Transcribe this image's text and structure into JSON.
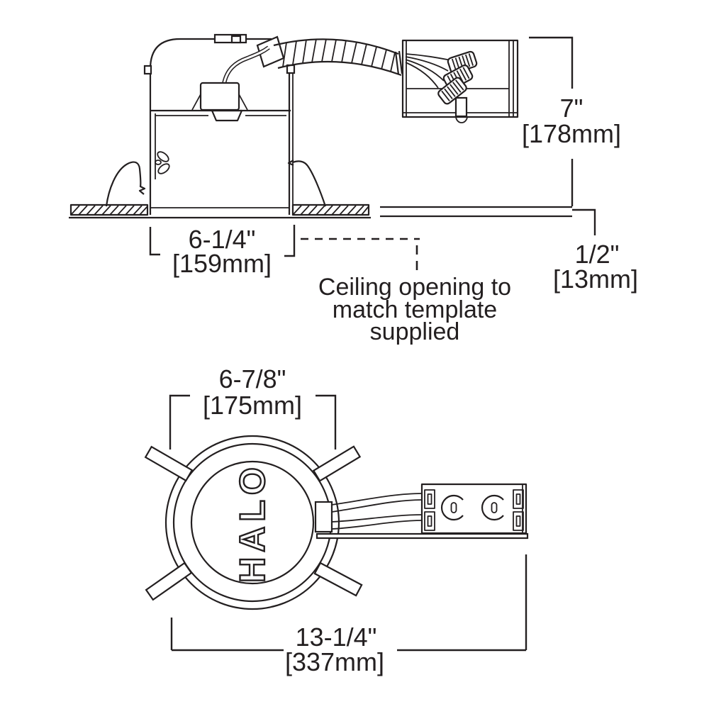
{
  "drawing": {
    "brand": "HALO",
    "side_view": {
      "height_dim": {
        "imperial": "7\"",
        "metric": "[178mm]"
      },
      "housing_width_dim": {
        "imperial": "6-1/4\"",
        "metric": "[159mm]"
      },
      "ceiling_thickness_dim": {
        "imperial": "1/2\"",
        "metric": "[13mm]"
      },
      "ceiling_note_line1": "Ceiling opening to",
      "ceiling_note_line2": "match template",
      "ceiling_note_line3": "supplied"
    },
    "bottom_view": {
      "trim_diameter_dim": {
        "imperial": "6-7/8\"",
        "metric": "[175mm]"
      },
      "overall_length_dim": {
        "imperial": "13-1/4\"",
        "metric": "[337mm]"
      }
    }
  }
}
